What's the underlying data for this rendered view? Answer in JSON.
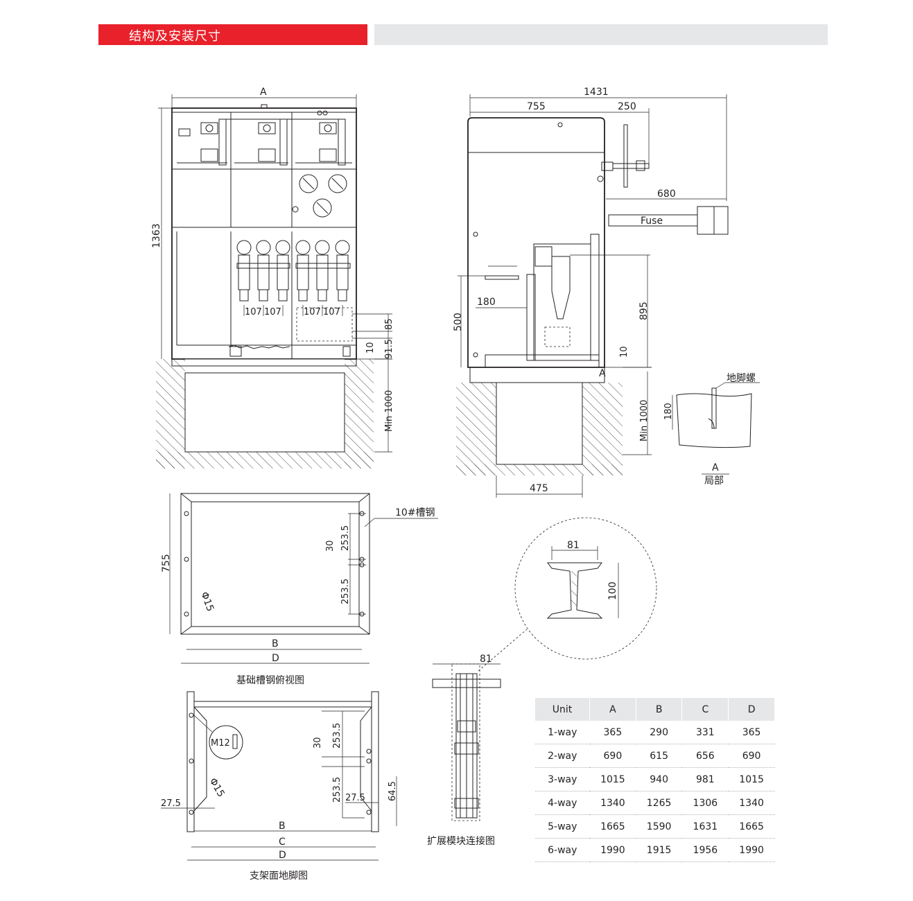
{
  "header": {
    "title": "结构及安装尺寸"
  },
  "front_view": {
    "dim_A": "A",
    "dim_1363": "1363",
    "dim_107": [
      "107",
      "107",
      "107",
      "107"
    ],
    "dim_85": "85",
    "dim_10": "10",
    "dim_91_5": "91.5",
    "dim_min1000": "Min  1000"
  },
  "side_view": {
    "dim_1431": "1431",
    "dim_755": "755",
    "dim_250": "250",
    "dim_680": "680",
    "fuse_label": "Fuse",
    "dim_180": "180",
    "dim_500": "500",
    "dim_895": "895",
    "dim_10": "10",
    "dim_min1000": "Min  1000",
    "dim_475": "475",
    "marker_A": "A"
  },
  "detail_A": {
    "label_bolt": "地脚螺",
    "dim_180": "180",
    "caption_letter": "A",
    "caption": "局部"
  },
  "base_top_view": {
    "dim_755": "755",
    "dim_30": "30",
    "dim_253_5": [
      "253.5",
      "253.5"
    ],
    "dim_phi15": "Φ15",
    "channel_label": "10#槽钢",
    "dim_B": "B",
    "dim_D": "D",
    "caption": "基础槽钢俯视图"
  },
  "channel_detail": {
    "dim_81": "81",
    "dim_100": "100"
  },
  "extension": {
    "dim_81": "81",
    "caption": "扩展模块连接图"
  },
  "footing_view": {
    "dim_M12": "M12",
    "dim_phi15": "Φ15",
    "dim_30": "30",
    "dim_253_5": [
      "253.5",
      "253.5"
    ],
    "dim_27_5_left": "27.5",
    "dim_27_5_right": "27.5",
    "dim_64_5": "64.5",
    "dim_B": "B",
    "dim_C": "C",
    "dim_D": "D",
    "caption": "支架面地脚图"
  },
  "spec_table": {
    "headers": [
      "Unit",
      "A",
      "B",
      "C",
      "D"
    ],
    "rows": [
      [
        "1-way",
        "365",
        "290",
        "331",
        "365"
      ],
      [
        "2-way",
        "690",
        "615",
        "656",
        "690"
      ],
      [
        "3-way",
        "1015",
        "940",
        "981",
        "1015"
      ],
      [
        "4-way",
        "1340",
        "1265",
        "1306",
        "1340"
      ],
      [
        "5-way",
        "1665",
        "1590",
        "1631",
        "1665"
      ],
      [
        "6-way",
        "1990",
        "1915",
        "1956",
        "1990"
      ]
    ]
  }
}
